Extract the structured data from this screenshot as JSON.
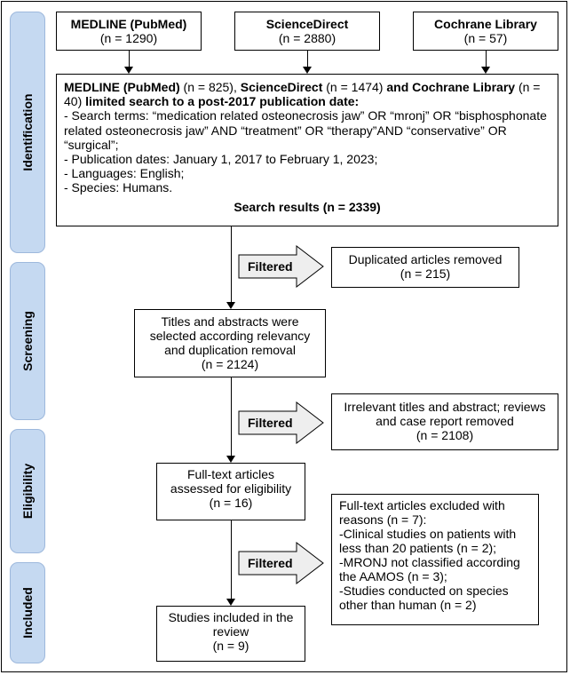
{
  "stages": {
    "identification": "Identification",
    "screening": "Screening",
    "eligibility": "Eligibility",
    "included": "Included"
  },
  "sources": [
    {
      "name": "MEDLINE (PubMed)",
      "count": "(n = 1290)"
    },
    {
      "name": "ScienceDirect",
      "count": "(n = 2880)"
    },
    {
      "name": "Cochrane Library",
      "count": "(n = 57)"
    }
  ],
  "search_box": {
    "line1_a": "MEDLINE (PubMed)",
    "line1_b": " (n = 825), ",
    "line1_c": "ScienceDirect",
    "line1_d": " (n = 1474) ",
    "line1_e": "and Cochrane Library",
    "line1_f": " (n = 40) ",
    "line1_g": "limited search to a post-2017 publication date:",
    "terms": "- Search terms: “medication related osteonecrosis jaw” OR “mronj” OR “bisphosphonate related osteonecrosis jaw” AND “treatment” OR “therapy”AND “conservative” OR “surgical”;",
    "dates": "- Publication dates: January 1, 2017 to February 1, 2023;",
    "languages": "- Languages: English;",
    "species": "- Species: Humans.",
    "results": "Search results (n = 2339)"
  },
  "filter_label": "Filtered",
  "removed": [
    {
      "text": "Duplicated articles removed",
      "count": "(n = 215)"
    },
    {
      "text": "Irrelevant titles and abstract; reviews and case report removed",
      "count": "(n = 2108)"
    }
  ],
  "screening_box": {
    "text": "Titles and abstracts were selected according relevancy and duplication removal",
    "count": "(n = 2124)"
  },
  "eligibility_box": {
    "text": "Full-text articles assessed for eligibility",
    "count": "(n = 16)"
  },
  "excluded_box": {
    "title": "Full-text articles excluded with reasons (n = 7):",
    "items": [
      "-Clinical studies on patients with less than 20 patients (n = 2);",
      "-MRONJ not classified according the AAMOS (n = 3);",
      "-Studies conducted on species other than human (n = 2)"
    ]
  },
  "included_box": {
    "text": "Studies included in the review",
    "count": "(n = 9)"
  }
}
